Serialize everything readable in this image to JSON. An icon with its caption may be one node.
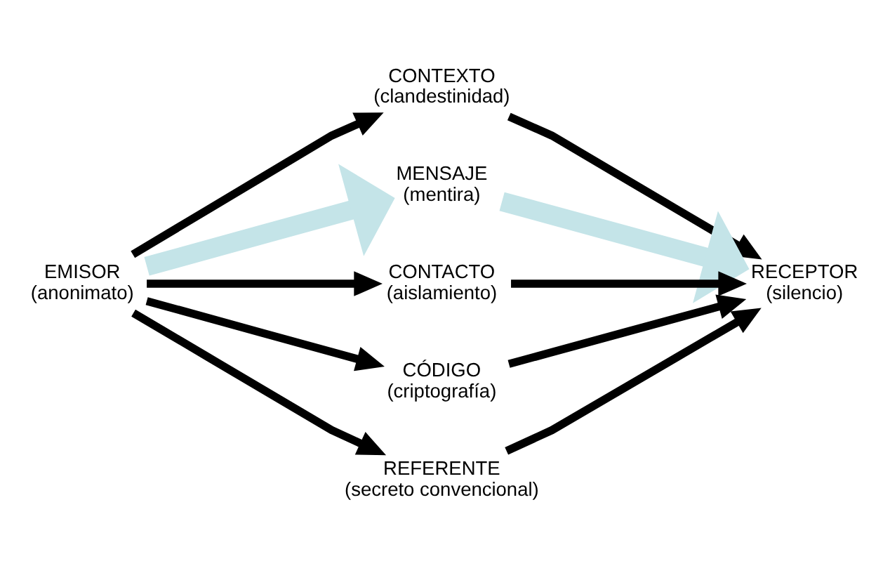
{
  "diagram": {
    "nodes": [
      {
        "text": [
          "EMISOR",
          "(anonimato)"
        ]
      },
      {
        "text": [
          "CONTEXTO",
          "(clandestinidad)"
        ]
      },
      {
        "text": [
          "MENSAJE",
          "(mentira)"
        ]
      },
      {
        "text": [
          "RECEPTOR",
          "(silencio)"
        ]
      },
      {
        "text": [
          "CONTACTO",
          "(aislamiento)"
        ]
      },
      {
        "text": [
          "CÓDIGO",
          "(criptografía)"
        ]
      },
      {
        "text": [
          "REFERENTE",
          "(secreto convencional)"
        ]
      }
    ],
    "edges": [
      {
        "from": 0,
        "to": 1,
        "arrow": "to"
      },
      {
        "from": 1,
        "to": 3,
        "arrow": "to"
      },
      {
        "from": 0,
        "to": 2,
        "arrow": "to",
        "style": "thick",
        "color": "#c4e4e8"
      },
      {
        "from": 2,
        "to": 3,
        "arrow": "to",
        "style": "thick",
        "color": "#c4e4e8"
      },
      {
        "from": 0,
        "to": 4,
        "arrow": "to"
      },
      {
        "from": 0,
        "to": 5,
        "arrow": "to"
      },
      {
        "from": 0,
        "to": 6,
        "arrow": "to"
      },
      {
        "from": 4,
        "to": 3,
        "arrow": "to"
      },
      {
        "from": 5,
        "to": 3,
        "arrow": "to"
      },
      {
        "from": 6,
        "to": 3,
        "arrow": "to"
      }
    ]
  }
}
